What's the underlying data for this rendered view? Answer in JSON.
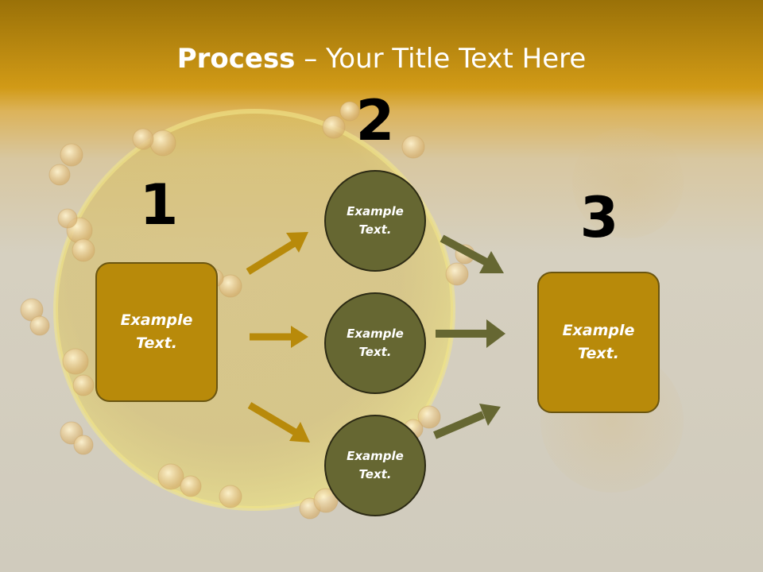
{
  "title": {
    "bold": "Process",
    "rest": " – Your Title Text Here"
  },
  "steps": {
    "one": "1",
    "two": "2",
    "three": "3"
  },
  "left_box": {
    "text": "Example Text."
  },
  "right_box": {
    "text": "Example Text."
  },
  "circles": [
    {
      "text": "Example Text."
    },
    {
      "text": "Example Text."
    },
    {
      "text": "Example Text."
    }
  ],
  "colors": {
    "box": "#b88a0a",
    "circle": "#666732",
    "arrow_gold": "#b88a0a",
    "arrow_olive": "#666732"
  }
}
